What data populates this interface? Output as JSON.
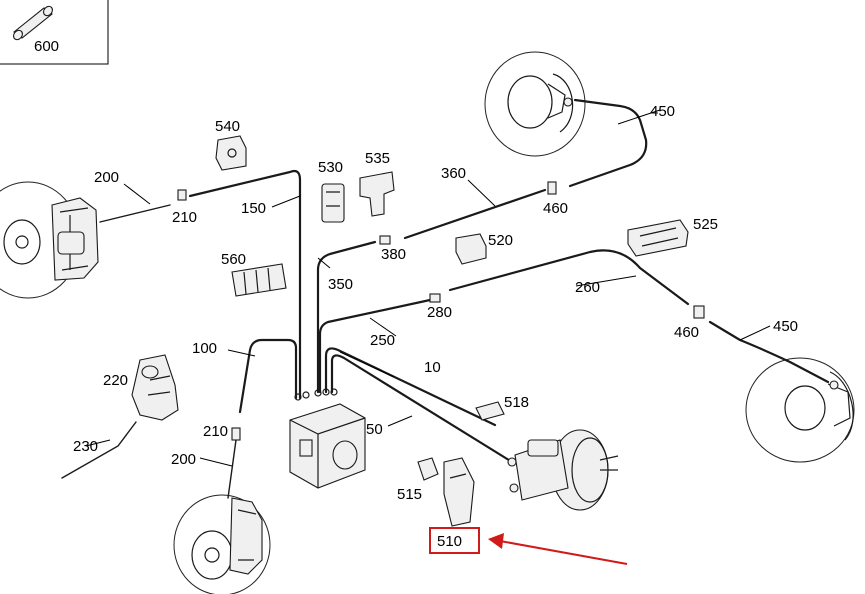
{
  "diagram": {
    "highlighted_part": "510",
    "labels": {
      "p600": "600",
      "p540": "540",
      "p530": "530",
      "p535": "535",
      "p450a": "450",
      "p360": "360",
      "p200a": "200",
      "p210a": "210",
      "p150": "150",
      "p460a": "460",
      "p525": "525",
      "p380": "380",
      "p520": "520",
      "p560": "560",
      "p350": "350",
      "p260": "260",
      "p280": "280",
      "p460b": "460",
      "p450b": "450",
      "p250": "250",
      "p100": "100",
      "p10": "10",
      "p220": "220",
      "p518": "518",
      "p50": "50",
      "p210b": "210",
      "p230": "230",
      "p200b": "200",
      "p515": "515",
      "p510": "510"
    },
    "colors": {
      "highlight": "#d11a1a",
      "line": "#1a1a1a"
    }
  }
}
